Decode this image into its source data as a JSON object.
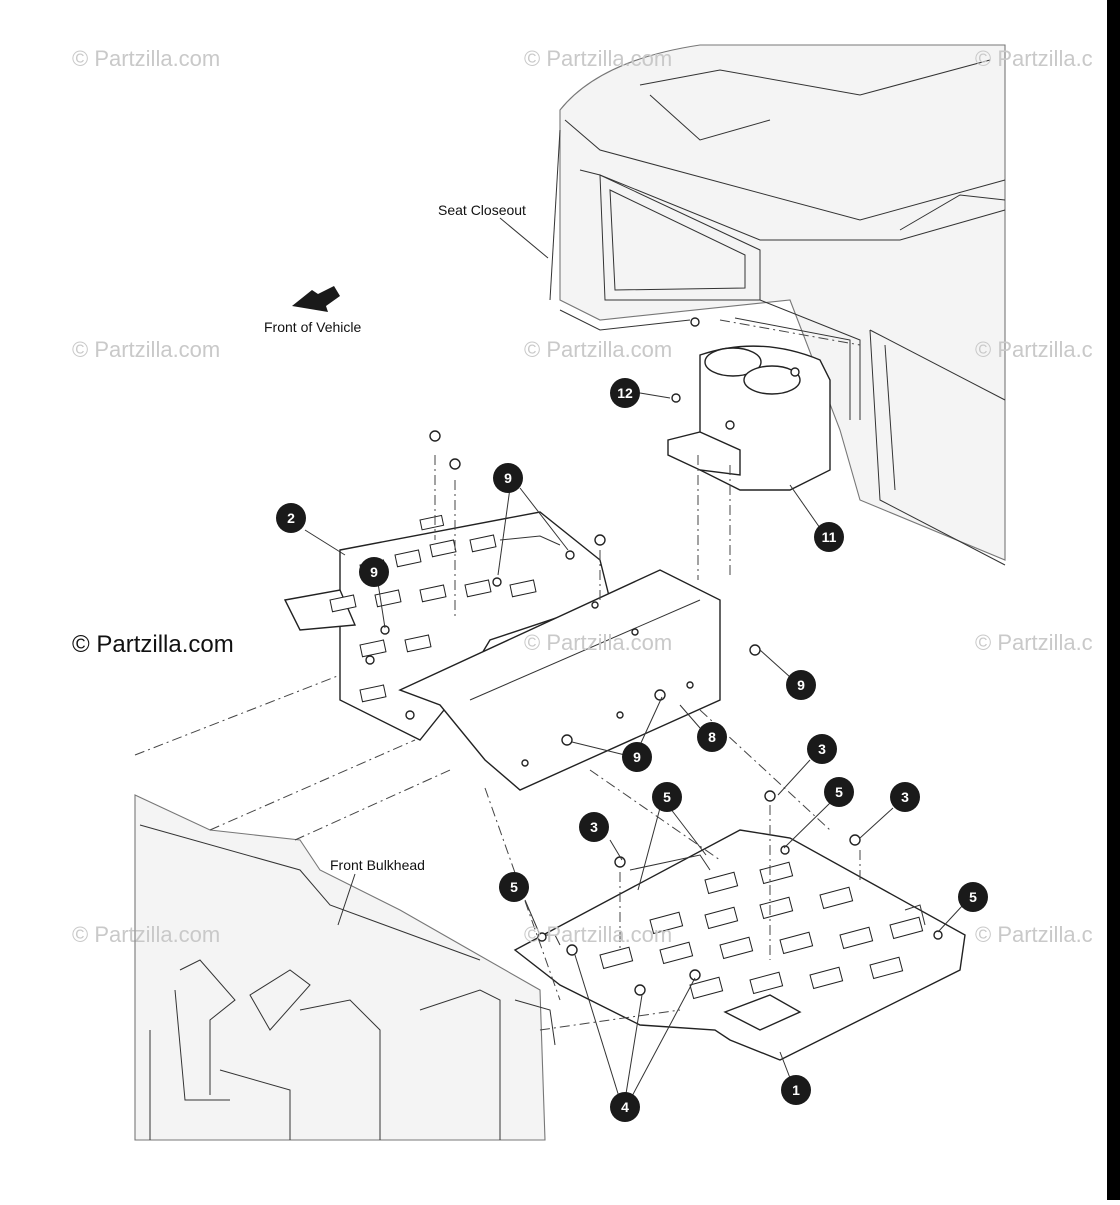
{
  "watermarks": {
    "top_left": "© Partzilla.com",
    "top_center": "© Partzilla.com",
    "top_right": "© Partzilla.c",
    "mid_left": "© Partzilla.com",
    "mid_center": "© Partzilla.com",
    "mid_right": "© Partzilla.c",
    "main": "© Partzilla.com",
    "center": "© Partzilla.com",
    "right": "© Partzilla.c",
    "bottom_left": "© Partzilla.com",
    "bottom_center": "© Partzilla.com",
    "bottom_right": "© Partzilla.c"
  },
  "labels": {
    "seat_closeout": "Seat Closeout",
    "front_of_vehicle": "Front of Vehicle",
    "front_bulkhead": "Front Bulkhead"
  },
  "callouts": {
    "c12": "12",
    "c9a": "9",
    "c2": "2",
    "c9b": "9",
    "c11": "11",
    "c9c": "9",
    "c8": "8",
    "c9d": "9",
    "c3a": "3",
    "c5a": "5",
    "c5b": "5",
    "c3b": "3",
    "c3c": "3",
    "c5c": "5",
    "c5d": "5",
    "c1": "1",
    "c4": "4"
  },
  "icons": {
    "direction_arrow": "front-arrow-icon"
  }
}
